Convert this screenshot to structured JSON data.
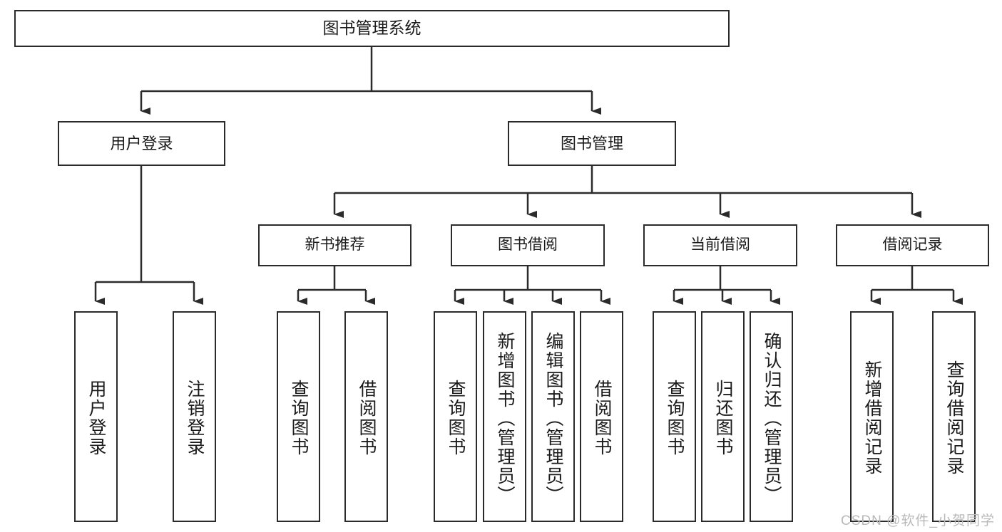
{
  "diagram": {
    "title": "图书管理系统",
    "type": "tree",
    "root": {
      "label": "图书管理系统"
    },
    "level1": [
      {
        "label": "用户登录"
      },
      {
        "label": "图书管理"
      }
    ],
    "level2": [
      {
        "label": "新书推荐"
      },
      {
        "label": "图书借阅"
      },
      {
        "label": "当前借阅"
      },
      {
        "label": "借阅记录"
      }
    ],
    "leaves": {
      "user_login": [
        {
          "label": "用户登录"
        },
        {
          "label": "注销登录"
        }
      ],
      "new_book_recommend": [
        {
          "label": "查询图书"
        },
        {
          "label": "借阅图书"
        }
      ],
      "book_borrow": [
        {
          "label": "查询图书"
        },
        {
          "label": "新增图书（管理员）"
        },
        {
          "label": "编辑图书（管理员）"
        },
        {
          "label": "借阅图书"
        }
      ],
      "current_borrow": [
        {
          "label": "查询图书"
        },
        {
          "label": "归还图书"
        },
        {
          "label": "确认归还（管理员）"
        }
      ],
      "borrow_record": [
        {
          "label": "新增借阅记录"
        },
        {
          "label": "查询借阅记录"
        }
      ]
    }
  },
  "watermark": {
    "text": "CSDN @软件_小贺同学"
  },
  "colors": {
    "stroke": "#2b2b2b",
    "text": "#1a1a1a",
    "background": "#ffffff",
    "watermark": "#b9b9b9"
  }
}
